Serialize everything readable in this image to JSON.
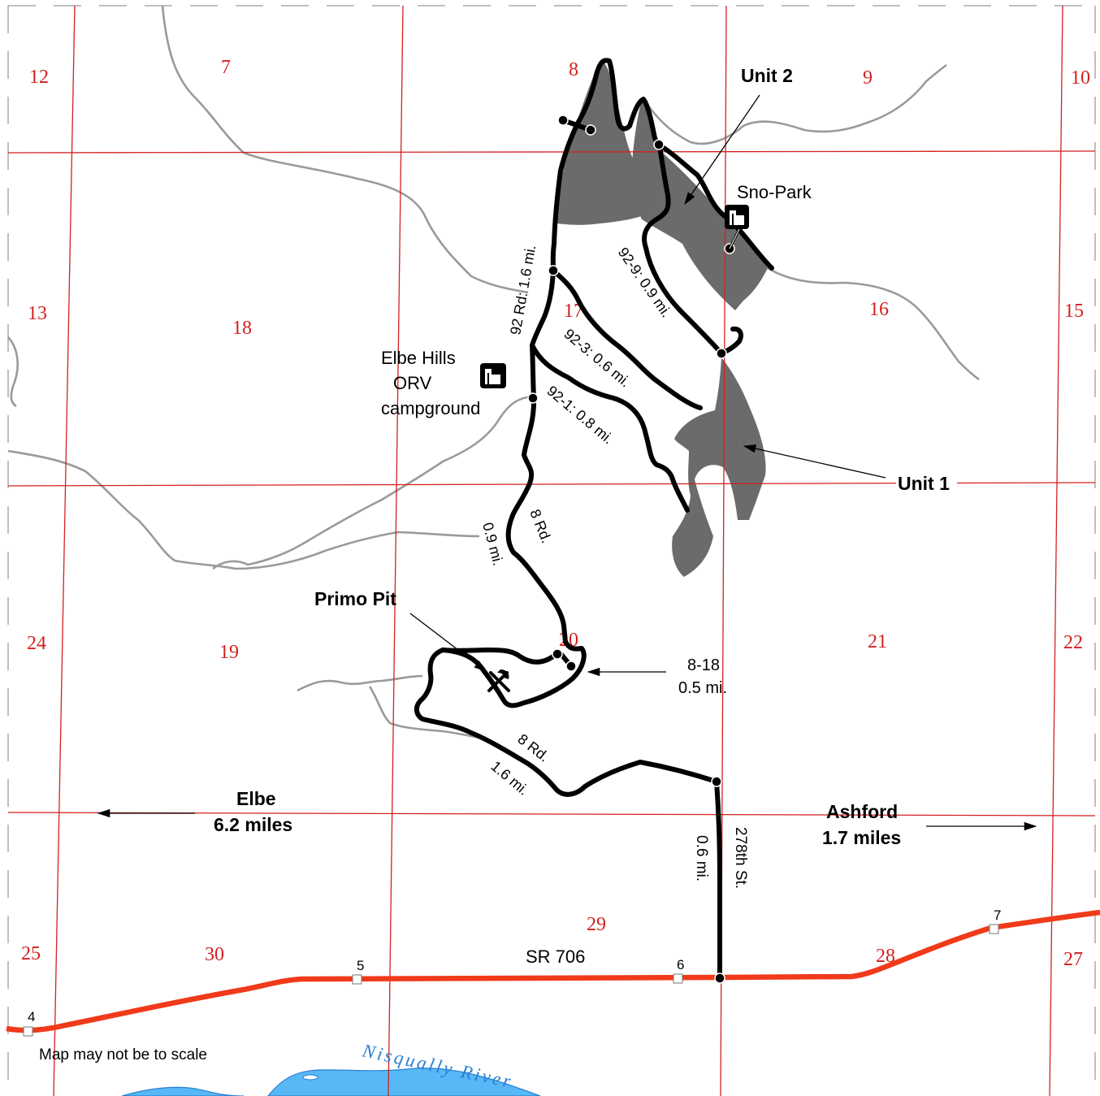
{
  "colors": {
    "section_lines": "#d42020",
    "roads": "#000000",
    "highway": "#f03a1a",
    "terrain": "#9a9a9a",
    "units": "#6b6b6b",
    "water": "#56b8f5"
  },
  "sections": [
    "12",
    "7",
    "8",
    "9",
    "10",
    "13",
    "18",
    "17",
    "16",
    "15",
    "24",
    "19",
    "20",
    "21",
    "22",
    "25",
    "30",
    "29",
    "28",
    "27"
  ],
  "units": {
    "unit1": "Unit 1",
    "unit2": "Unit 2"
  },
  "places": {
    "sno_park": "Sno-Park",
    "elbe_hills": [
      "Elbe Hills",
      "ORV",
      "campground"
    ],
    "primo_pit": "Primo Pit",
    "river": "Nisqually River"
  },
  "roads": {
    "r92": "92 Rd: 1.6 mi.",
    "r92_9": "92-9: 0.9 mi.",
    "r92_3": "92-3: 0.6 mi.",
    "r92_1": "92-1: 0.8 mi.",
    "r8_upper_name": "8 Rd.",
    "r8_upper_dist": "0.9 mi.",
    "r8_lower_name": "8 Rd.",
    "r8_lower_dist": "1.6 mi.",
    "spur_8_18": [
      "8-18",
      "0.5 mi."
    ],
    "r278_name": "278th St.",
    "r278_dist": "0.6 mi.",
    "highway": "SR 706"
  },
  "directions": {
    "elbe": [
      "Elbe",
      "6.2 miles"
    ],
    "ashford": [
      "Ashford",
      "1.7 miles"
    ]
  },
  "mileposts": [
    "4",
    "5",
    "6",
    "7"
  ],
  "note": "Map may not be to scale",
  "icons": [
    "campground-icon",
    "campground-icon",
    "pit-icon",
    "milepost-icon"
  ]
}
